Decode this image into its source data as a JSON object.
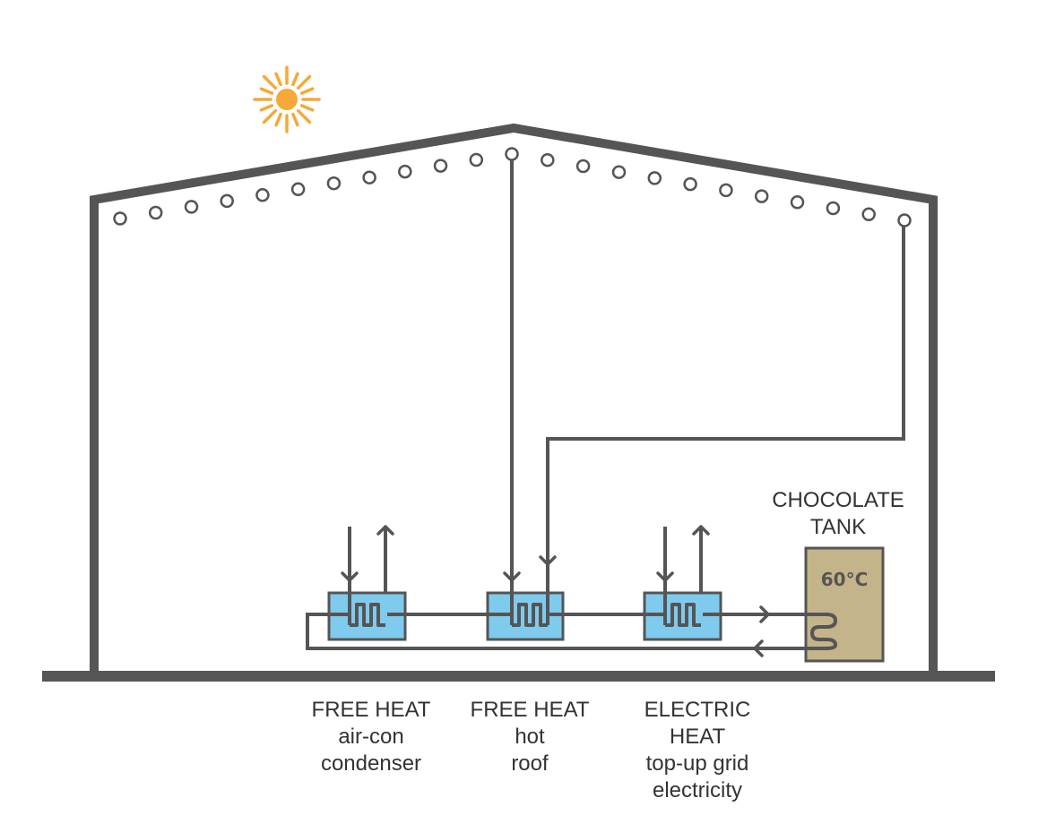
{
  "colors": {
    "structure": "#555555",
    "sun": "#f5a938",
    "exchanger_fill": "#7ecbee",
    "tank_fill": "#c4b48a",
    "text": "#333333"
  },
  "tank": {
    "label_line1": "CHOCOLATE",
    "label_line2": "TANK",
    "temperature": "60°C"
  },
  "heat_sources": [
    {
      "line1": "FREE HEAT",
      "line2": "air-con",
      "line3": "condenser",
      "line4": ""
    },
    {
      "line1": "FREE HEAT",
      "line2": "hot",
      "line3": "roof",
      "line4": ""
    },
    {
      "line1": "ELECTRIC",
      "line2": "HEAT",
      "line3": "top-up grid",
      "line4": "electricity"
    }
  ]
}
